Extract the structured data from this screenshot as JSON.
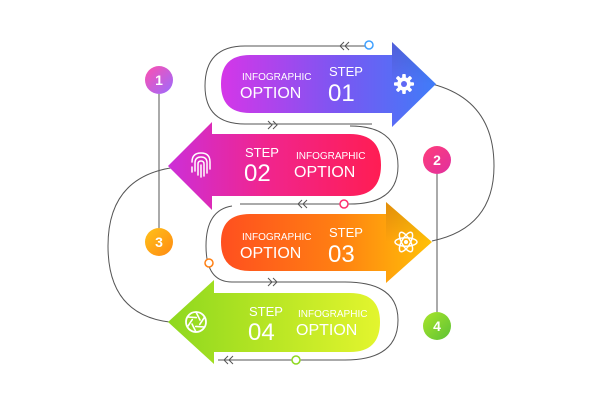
{
  "steps": [
    {
      "step_label": "STEP",
      "number": "01",
      "title_top": "INFOGRAPHIC",
      "title_main": "OPTION",
      "icon": "gear-icon",
      "colors": [
        "#d536e8",
        "#7a57f2",
        "#3f7cf8"
      ]
    },
    {
      "step_label": "STEP",
      "number": "02",
      "title_top": "INFOGRAPHIC",
      "title_main": "OPTION",
      "icon": "fingerprint-icon",
      "colors": [
        "#ff1d53",
        "#f0258f",
        "#cc2fd8"
      ]
    },
    {
      "step_label": "STEP",
      "number": "03",
      "title_top": "INFOGRAPHIC",
      "title_main": "OPTION",
      "icon": "atom-icon",
      "colors": [
        "#ff4f1f",
        "#ff7f12",
        "#ffc107"
      ]
    },
    {
      "step_label": "STEP",
      "number": "04",
      "title_top": "INFOGRAPHIC",
      "title_main": "OPTION",
      "icon": "aperture-icon",
      "colors": [
        "#8ed81f",
        "#b9e624",
        "#e3f52e"
      ]
    }
  ],
  "badges": [
    {
      "label": "1",
      "colors": [
        "#ff4fae",
        "#9b6bff"
      ]
    },
    {
      "label": "2",
      "colors": [
        "#ff3d7a",
        "#e0309f"
      ]
    },
    {
      "label": "3",
      "colors": [
        "#ffc21a",
        "#ff8a12"
      ]
    },
    {
      "label": "4",
      "colors": [
        "#a9e52a",
        "#5cc236"
      ]
    }
  ],
  "line_color": "#555555"
}
